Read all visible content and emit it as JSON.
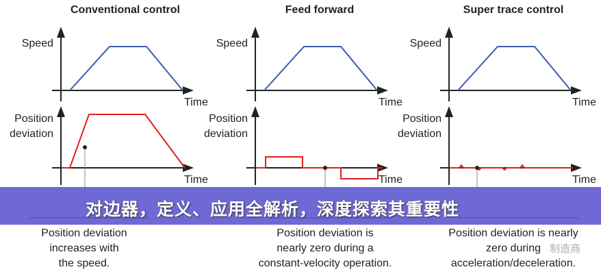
{
  "panels": [
    {
      "title": "Conventional control",
      "speed_label": "Speed",
      "time_label": "Time",
      "pos_label_1": "Position",
      "pos_label_2": "deviation",
      "pos_time_label": "Time",
      "caption": [
        "Position deviation",
        "increases with",
        "the speed."
      ]
    },
    {
      "title": "Feed forward",
      "speed_label": "Speed",
      "time_label": "Time",
      "pos_label_1": "Position",
      "pos_label_2": "deviation",
      "pos_time_label": "Time",
      "caption": [
        "Position deviation is",
        "nearly zero during a",
        "constant-velocity operation."
      ]
    },
    {
      "title": "Super trace control",
      "speed_label": "Speed",
      "time_label": "Time",
      "pos_label_1": "Position",
      "pos_label_2": "deviation",
      "pos_time_label": "Time",
      "caption": [
        "Position deviation is nearly",
        "zero during",
        "acceleration/deceleration."
      ]
    }
  ],
  "banner": {
    "text": "对边器，定义、应用全解析，深度探索其重要性"
  },
  "watermark": "制造商",
  "colors": {
    "banner": "#645ed2",
    "speed_line": "#3a5bb0",
    "deviation_line": "#e02020"
  }
}
